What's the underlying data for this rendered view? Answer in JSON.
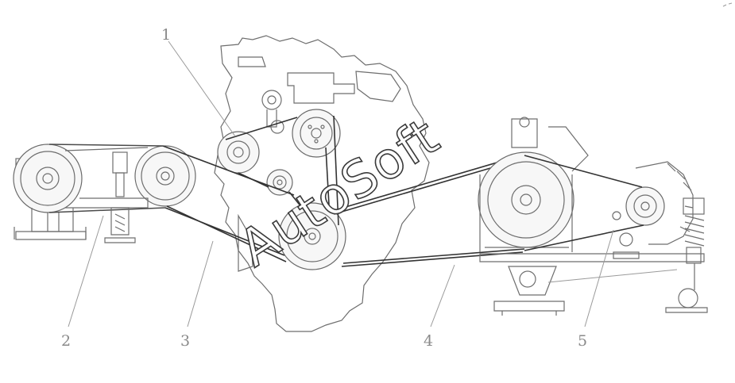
{
  "callouts": [
    {
      "id": "1",
      "label": "1"
    },
    {
      "id": "2",
      "label": "2"
    },
    {
      "id": "3",
      "label": "3"
    },
    {
      "id": "4",
      "label": "4"
    },
    {
      "id": "5",
      "label": "5"
    }
  ],
  "watermark": "AutoSoft",
  "colors": {
    "line": "#6e6e6e",
    "belt": "#333333",
    "callout": "#8a8a8a"
  }
}
